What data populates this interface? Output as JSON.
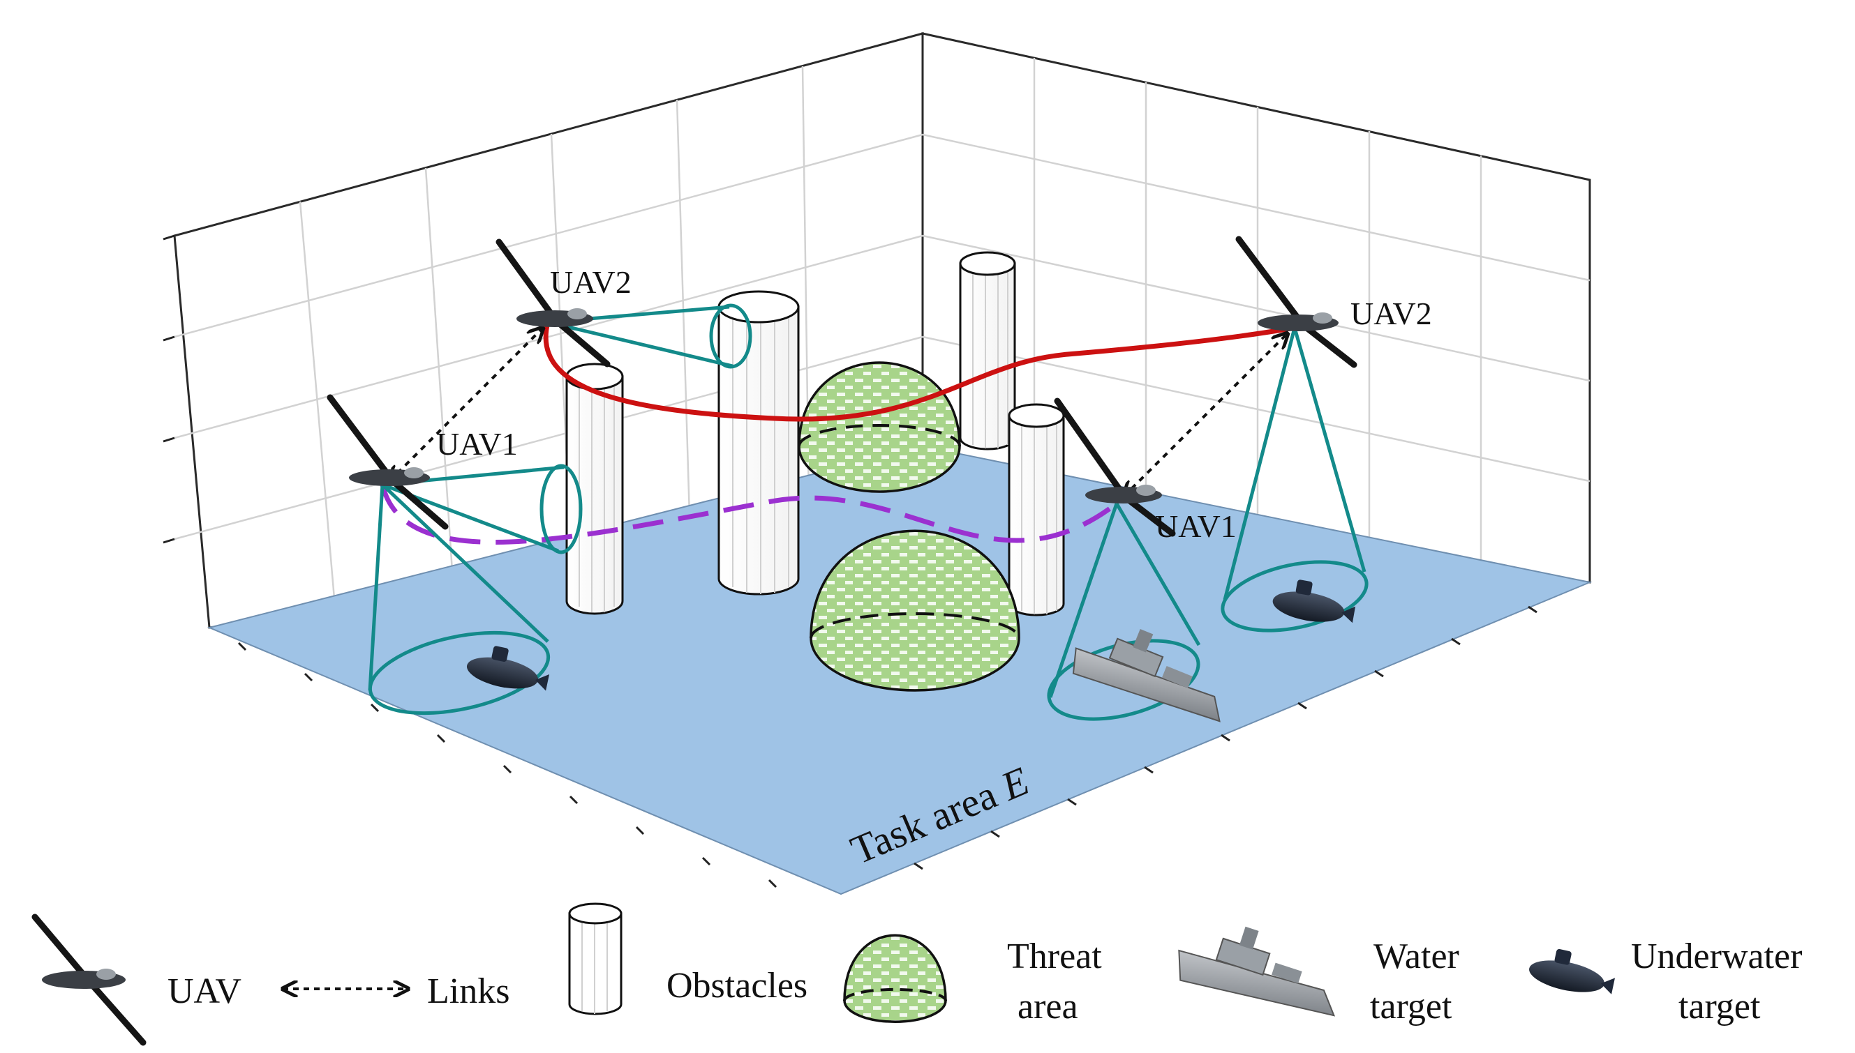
{
  "diagram": {
    "labels": {
      "uav1_left": "UAV1",
      "uav2_left": "UAV2",
      "uav1_right": "UAV1",
      "uav2_right": "UAV2",
      "task_area_prefix": "Task area ",
      "task_area_symbol": "E"
    },
    "colors": {
      "floor": "#9fc3e6",
      "uav2_path": "#cc1111",
      "uav1_path": "#9b30d0",
      "sensor": "#138a8a",
      "threat_fill": "#a8d48a",
      "threat_stroke": "#111111",
      "obstacle_fill": "#ffffff"
    }
  },
  "legend": {
    "uav": "UAV",
    "links": "Links",
    "obstacles": "Obstacles",
    "threat_line1": "Threat",
    "threat_line2": "area",
    "water_line1": "Water",
    "water_line2": "target",
    "underwater_line1": "Underwater",
    "underwater_line2": "target"
  },
  "icons": {
    "uav": "uav-drone-icon",
    "link": "bidirectional-dashed-arrow-icon",
    "obstacle": "cylinder-icon",
    "threat": "dome-icon",
    "ship": "warship-icon",
    "submarine": "submarine-icon"
  }
}
